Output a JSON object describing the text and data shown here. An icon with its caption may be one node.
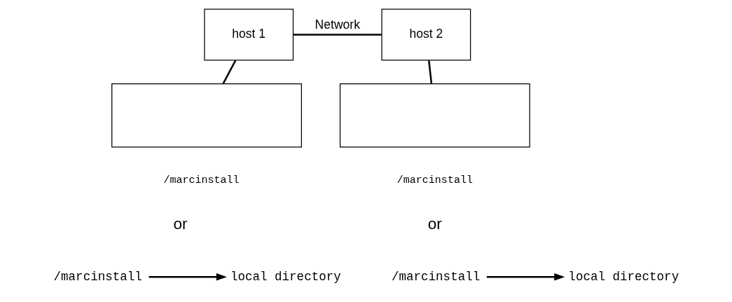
{
  "diagram": {
    "nodes": [
      {
        "text": [
          "host 1"
        ]
      },
      {
        "text": [
          "host 2"
        ]
      },
      {
        "text": [],
        "shape": "box",
        "beside": [
          "/marcinstall",
          "or"
        ]
      },
      {
        "text": [],
        "shape": "box",
        "beside": [
          "/marcinstall",
          "or"
        ]
      },
      {
        "text": [
          "/marcinstall"
        ]
      },
      {
        "text": [
          "local directory"
        ]
      },
      {
        "text": [
          "/marcinstall"
        ]
      },
      {
        "text": [
          "local directory"
        ]
      }
    ],
    "edges": [
      {
        "from": 0,
        "to": 1,
        "arrow": "none",
        "label": "Network"
      },
      {
        "from": 0,
        "to": 2,
        "arrow": "none"
      },
      {
        "from": 1,
        "to": 3,
        "arrow": "none"
      },
      {
        "from": 4,
        "to": 5,
        "arrow": "to"
      },
      {
        "from": 6,
        "to": 7,
        "arrow": "to"
      }
    ]
  }
}
